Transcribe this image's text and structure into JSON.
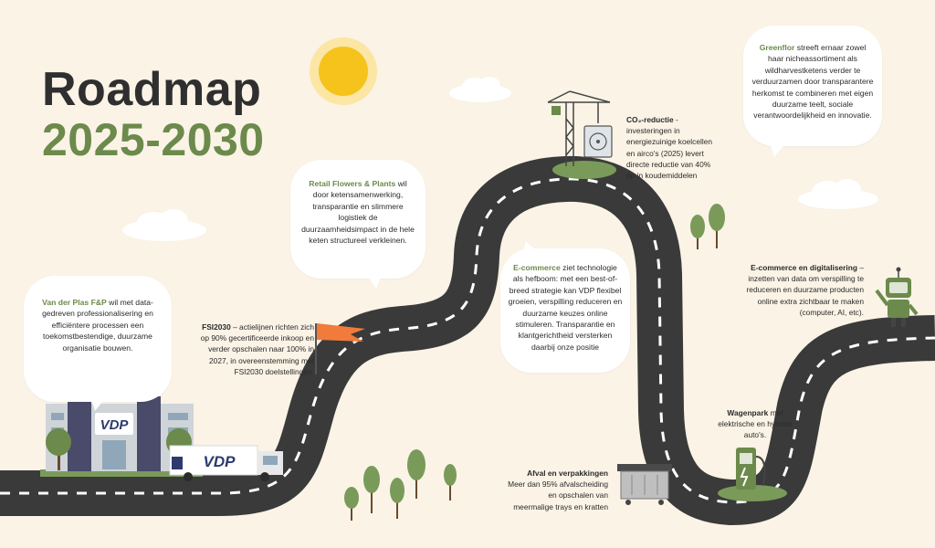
{
  "title": {
    "line1": "Roadmap",
    "line2": "2025-2030"
  },
  "bubbles": {
    "vdp": {
      "highlight": "Van der Plas F&P",
      "text": " wil met data-gedreven professionalisering en efficiëntere processen een toekomstbestendige, duurzame organisatie bouwen."
    },
    "retail": {
      "highlight": "Retail Flowers & Plants",
      "text": " wil door ketensamenwerking, transparantie en slimmere logistiek de duurzaamheidsimpact in de hele keten structureel verkleinen."
    },
    "ecommerce": {
      "highlight": "E-commerce",
      "text": " ziet technologie als hefboom: met een best-of-breed strategie kan VDP flexibel groeien, verspilling reduceren en duurzame keuzes online stimuleren. Transparantie en klantgerichtheid versterken daarbij onze positie"
    },
    "greenflor": {
      "highlight": "Greenflor",
      "text": " streeft ernaar zowel haar nicheassortiment als wildharvestketens verder te verduurzamen door transparantere herkomst te combineren met eigen duurzame teelt, sociale verantwoordelijkheid en innovatie."
    }
  },
  "plain": {
    "fsi": {
      "title": "FSI2030",
      "text": " – actielijnen richten zich op 90% gecertificeerde inkoop en verder opschalen naar 100% in 2027, in overeenstemming met FSI2030 doelstellingen."
    },
    "co2": {
      "title": "CO₂-reductie",
      "text": " - investeringen in energiezuinige koelcellen en airco's (2025) levert directe reductie van 40% op in koudemiddelen"
    },
    "digital": {
      "title": "E-commerce en digitalisering",
      "text": " – inzetten van data om verspilling te reduceren en duurzame producten online extra zichtbaar te maken (computer, AI, etc)."
    },
    "fleet": {
      "title": "Wagenpark",
      "text": " met elektrische en hybride auto's."
    },
    "waste": {
      "title": "Afval en verpakkingen",
      "text": " Meer dan 95% afvalscheiding en opschalen van meermalige trays en kratten"
    }
  },
  "logos": {
    "building": "VDP",
    "truck": "VDP"
  },
  "colors": {
    "background": "#faf3e6",
    "road": "#3a3a3a",
    "accent": "#6b8a4b",
    "sun": "#f6c21c",
    "flag": "#f07b3a",
    "tree": "#7a9a5a"
  }
}
